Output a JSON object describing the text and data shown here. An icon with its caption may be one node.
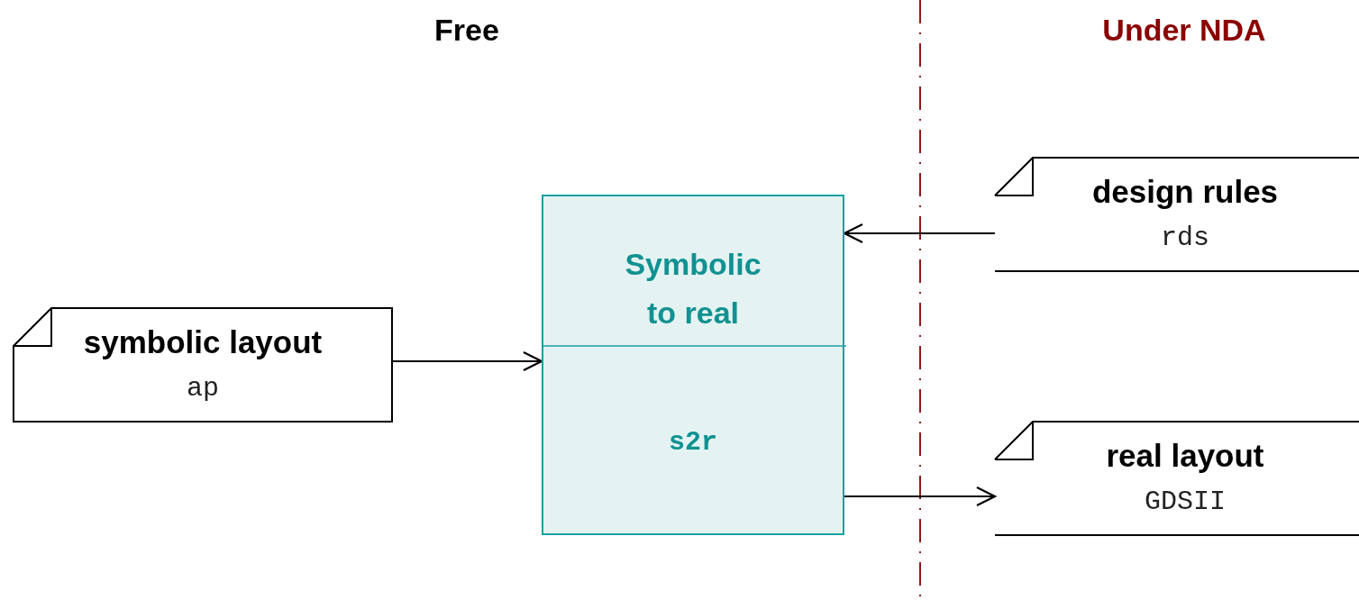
{
  "diagram": {
    "nodes": [
      {
        "text": [
          "symbolic layout",
          "ap"
        ]
      },
      {
        "text": [
          "Symbolic to real",
          "s2r"
        ]
      },
      {
        "text": [
          "design rules",
          "rds"
        ]
      },
      {
        "text": [
          "real layout",
          "GDSII"
        ]
      }
    ],
    "edges": [
      {
        "from": 0,
        "to": 1,
        "arrow": "to"
      },
      {
        "from": 2,
        "to": 1,
        "arrow": "to"
      },
      {
        "from": 1,
        "to": 3,
        "arrow": "to"
      }
    ],
    "labels": [
      "Free",
      "Under NDA"
    ]
  }
}
